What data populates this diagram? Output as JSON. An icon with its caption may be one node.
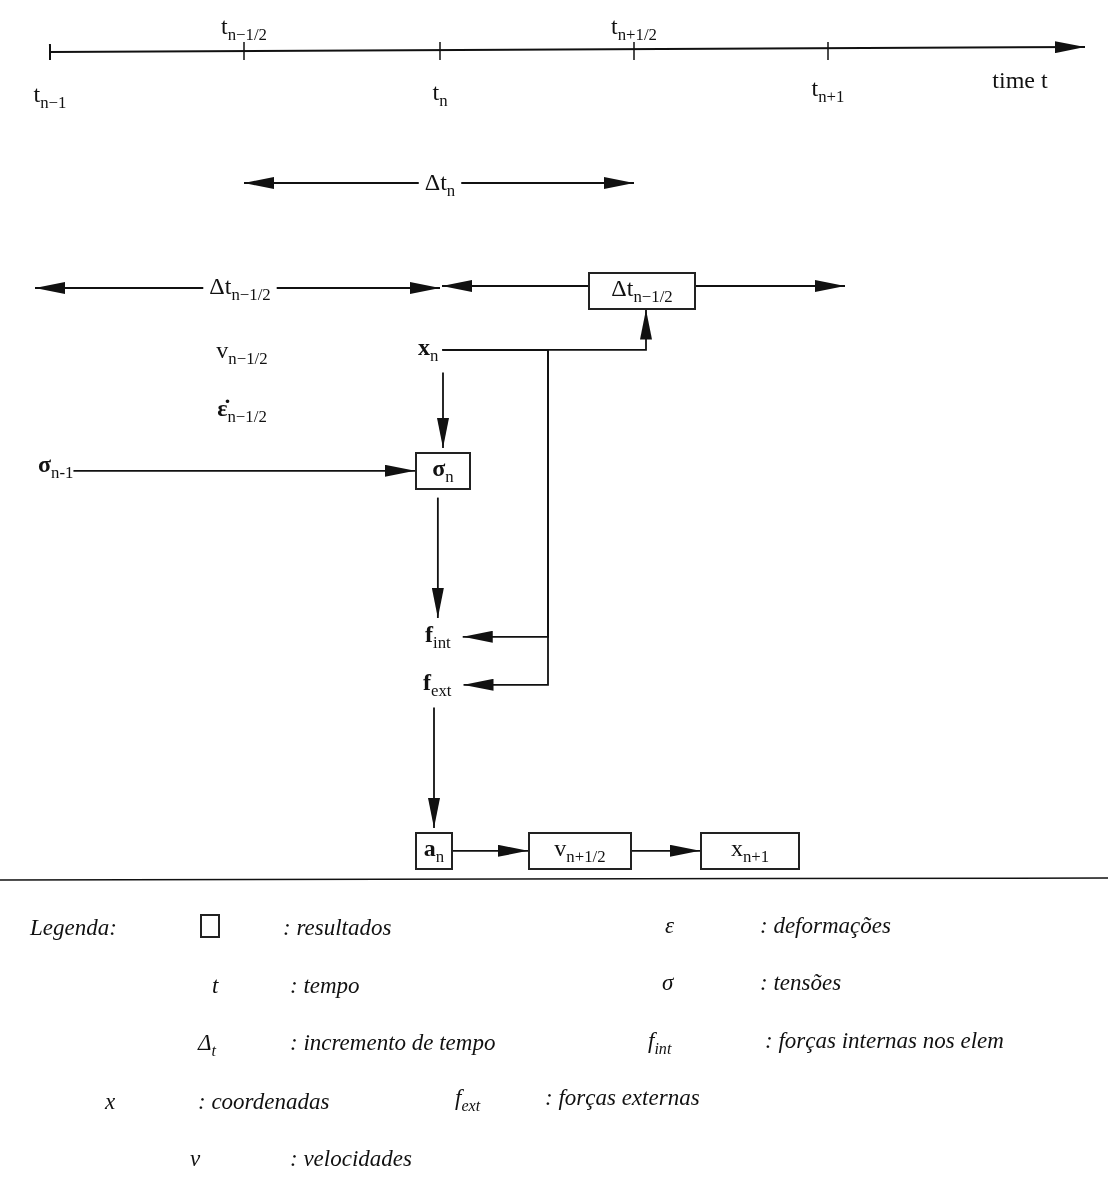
{
  "diagram": {
    "nodes": [
      {
        "text": [
          "Δt$_{n−1/2}$"
        ]
      },
      {
        "text": [
          "**x**$_{n}$"
        ]
      },
      {
        "text": [
          "**σ**$_{n-1}$"
        ]
      },
      {
        "text": [
          "**σ**$_{n}$"
        ]
      },
      {
        "text": [
          "**f**$_{int}$"
        ]
      },
      {
        "text": [
          "**f**$_{ext}$"
        ]
      },
      {
        "text": [
          "**a**$_{n}$"
        ]
      },
      {
        "text": [
          "v$_{n+1/2}$"
        ]
      },
      {
        "text": [
          "x$_{n+1}$"
        ]
      }
    ],
    "edges": [
      {
        "from": 1,
        "to": 0,
        "arrow": "to"
      },
      {
        "from": 1,
        "to": 3,
        "arrow": "to"
      },
      {
        "from": 2,
        "to": 3,
        "arrow": "to"
      },
      {
        "from": 3,
        "to": 4,
        "arrow": "to"
      },
      {
        "from": 1,
        "to": 4,
        "arrow": "to"
      },
      {
        "from": 1,
        "to": 5,
        "arrow": "to"
      },
      {
        "from": 5,
        "to": 6,
        "arrow": "to"
      },
      {
        "from": 6,
        "to": 7,
        "arrow": "to"
      },
      {
        "from": 7,
        "to": 8,
        "arrow": "to"
      }
    ],
    "labels": [
      "t$_{n−1/2}$",
      "t$_{n+1/2}$",
      "t$_{n−1}$",
      "t$_{n}$",
      "t$_{n+1}$",
      "time t",
      "Δt$_{n}$",
      "Δt$_{n−1/2}$",
      "v$_{n−1/2}$",
      "**ε̇**$_{n−1/2}$",
      "Legenda:",
      "ε",
      ": deformações",
      "t",
      ": tempo",
      "σ",
      ": tensões",
      "Δ$_{t}$",
      ": incremento de tempo",
      "f$_{int}$",
      ": forças internas nos elem",
      "x",
      ": coordenadas",
      "f$_{ext}$",
      ": forças externas",
      "v",
      ": velocidades"
    ],
    "legend": [
      {
        "text": ": resultados"
      }
    ]
  }
}
